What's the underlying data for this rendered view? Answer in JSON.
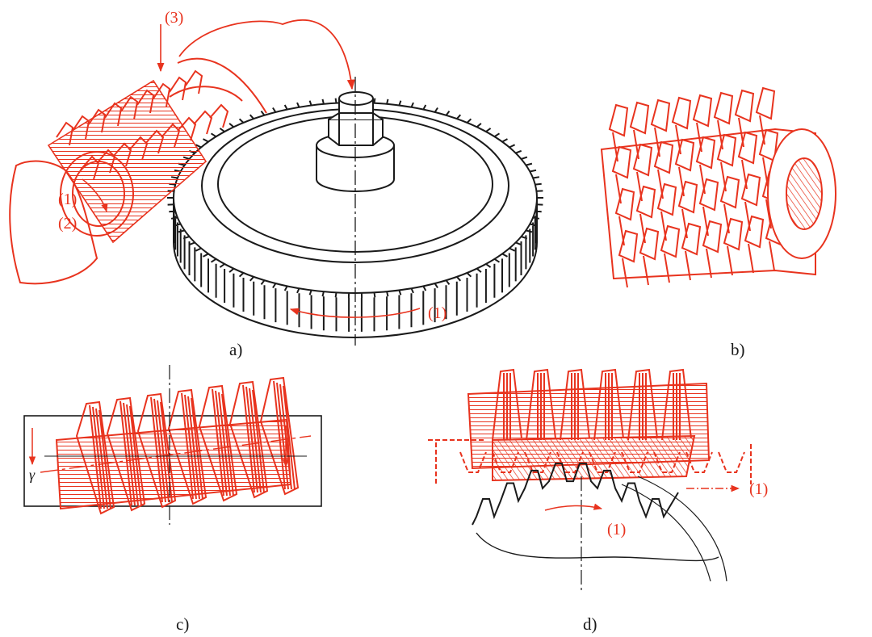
{
  "colors": {
    "cutter": "#e8331e",
    "workpiece": "#1a1a1a",
    "background": "#ffffff"
  },
  "panels": [
    {
      "key": "a",
      "caption": "a)"
    },
    {
      "key": "b",
      "caption": "b)"
    },
    {
      "key": "c",
      "caption": "c)"
    },
    {
      "key": "d",
      "caption": "d)"
    }
  ],
  "motion_labels": {
    "a_feed_vertical": "(3)",
    "a_hob_rotation": "(1)",
    "a_hob_rotation_2": "(2)",
    "a_table_rotation": "(1)",
    "c_angle": "γ",
    "d_rack_motion": "(1)",
    "d_gear_rotation": "(1)"
  }
}
